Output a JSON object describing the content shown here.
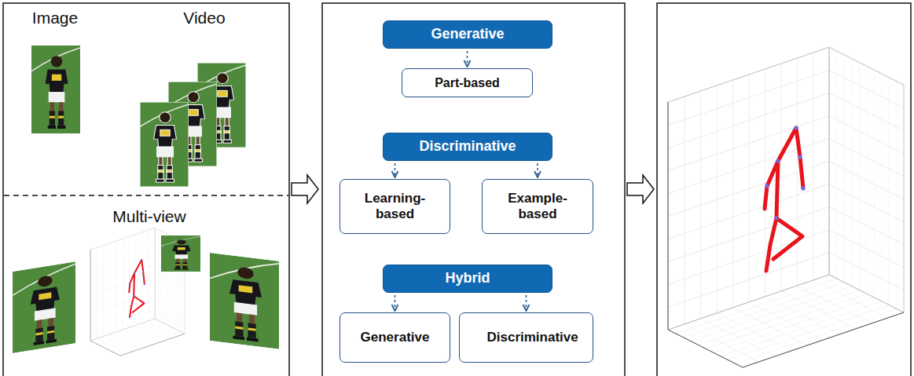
{
  "diagram": {
    "nodes": [
      {
        "text": [
          "Generative"
        ]
      },
      {
        "text": [
          "Part-based"
        ]
      },
      {
        "text": [
          "Discriminative"
        ]
      },
      {
        "text": [
          "Learning-based"
        ]
      },
      {
        "text": [
          "Example-based"
        ]
      },
      {
        "text": [
          "Hybrid"
        ]
      },
      {
        "text": [
          "Generative"
        ]
      },
      {
        "text": [
          "Discriminative"
        ]
      }
    ],
    "edges": [
      {
        "from": 0,
        "to": 1,
        "arrow": "to"
      },
      {
        "from": 2,
        "to": 3,
        "arrow": "to"
      },
      {
        "from": 2,
        "to": 4,
        "arrow": "to"
      },
      {
        "from": 5,
        "to": 6,
        "arrow": "to"
      },
      {
        "from": 5,
        "to": 7,
        "arrow": "to"
      }
    ],
    "labels": [
      "Image",
      "Video",
      "Multi-view"
    ]
  }
}
